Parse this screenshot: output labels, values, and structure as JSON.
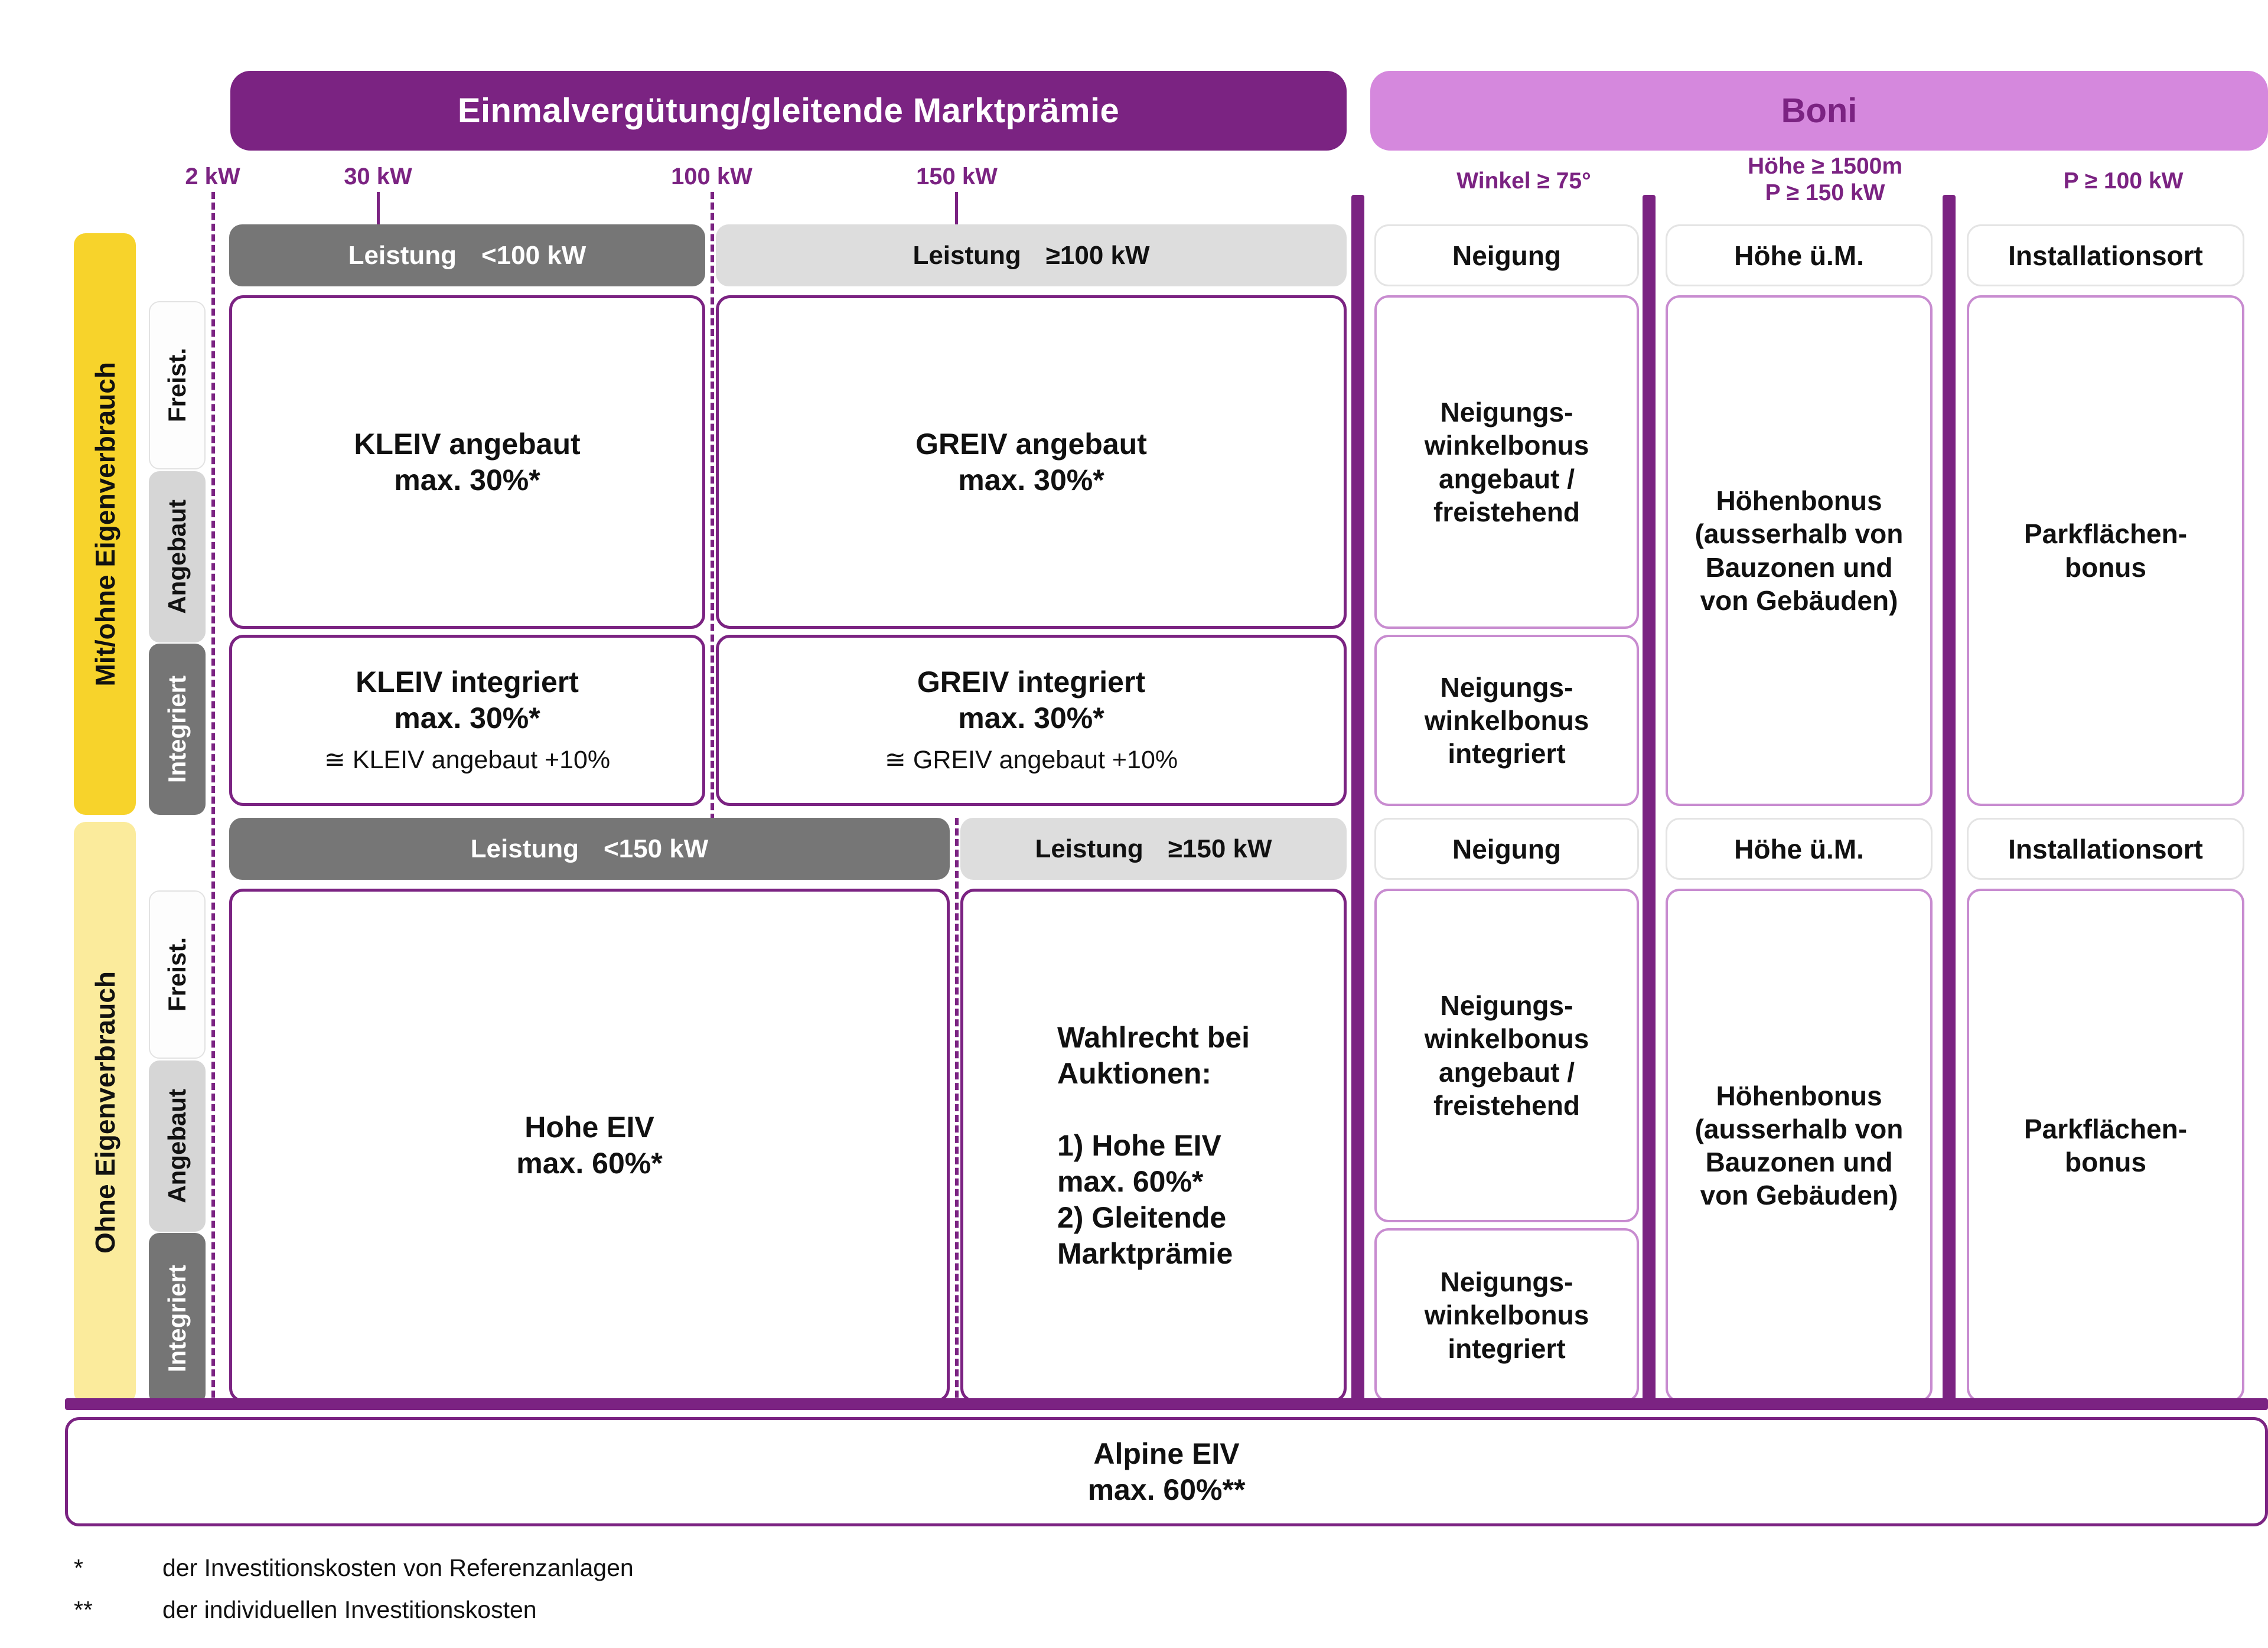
{
  "headers": {
    "eiv": "Einmalvergütung/gleitende Marktprämie",
    "boni": "Boni"
  },
  "scale": {
    "ticks": [
      {
        "label": "2 kW"
      },
      {
        "label": "30 kW"
      },
      {
        "label": "100 kW"
      },
      {
        "label": "150 kW"
      }
    ]
  },
  "boni_conditions": [
    {
      "label": "Winkel ≥ 75°"
    },
    {
      "label": "Höhe ≥ 1500m\nP ≥ 150 kW"
    },
    {
      "label": "P ≥ 100 kW"
    }
  ],
  "side_groups": [
    {
      "label": "Mit/ohne Eigenverbrauch"
    },
    {
      "label": "Ohne Eigenverbrauch"
    }
  ],
  "role_chips": [
    {
      "label": "Freist."
    },
    {
      "label": "Angebaut"
    },
    {
      "label": "Integriert"
    },
    {
      "label": "Freist."
    },
    {
      "label": "Angebaut"
    },
    {
      "label": "Integriert"
    }
  ],
  "leistung_banners": [
    {
      "label": "Leistung",
      "value": "<100 kW"
    },
    {
      "label": "Leistung",
      "value": "≥100 kW"
    },
    {
      "label": "Leistung",
      "value": "<150 kW"
    },
    {
      "label": "Leistung",
      "value": "≥150 kW"
    }
  ],
  "eiv_cells": [
    {
      "title": "KLEIV angebaut\nmax. 30%*",
      "note": ""
    },
    {
      "title": "GREIV angebaut\nmax. 30%*",
      "note": ""
    },
    {
      "title": "KLEIV integriert\nmax. 30%*",
      "note": "≅ KLEIV angebaut +10%"
    },
    {
      "title": "GREIV integriert\nmax. 30%*",
      "note": "≅ GREIV angebaut +10%"
    },
    {
      "title": "Hohe EIV\nmax. 60%*",
      "note": ""
    },
    {
      "title": "Wahlrecht bei\nAuktionen:\n\n1) Hohe EIV\nmax. 60%*\n2) Gleitende\n    Marktprämie",
      "note": ""
    }
  ],
  "boni_columns": [
    {
      "head_top": "Neigung",
      "cell_top": "Neigungs-\nwinkelbonus\nangebaut /\nfreistehend",
      "cell_mid": "Neigungs-\nwinkelbonus\nintegriert",
      "head_bottom": "Neigung",
      "cell_bottom_a": "Neigungs-\nwinkelbonus\nangebaut /\nfreistehend",
      "cell_bottom_b": "Neigungs-\nwinkelbonus\nintegriert"
    },
    {
      "head_top": "Höhe ü.M.",
      "cell_top": "Höhenbonus\n(ausserhalb von\nBauzonen und\nvon Gebäuden)",
      "head_bottom": "Höhe ü.M.",
      "cell_bottom": "Höhenbonus\n(ausserhalb von\nBauzonen und\nvon Gebäuden)"
    },
    {
      "head_top": "Installationsort",
      "cell_top": "Parkflächen-\nbonus",
      "head_bottom": "Installationsort",
      "cell_bottom": "Parkflächen-\nbonus"
    }
  ],
  "alpine": {
    "text": "Alpine EIV\nmax. 60%**"
  },
  "footnotes": [
    {
      "mark": "*",
      "text": "der Investitionskosten von Referenzanlagen"
    },
    {
      "mark": "**",
      "text": "der individuellen Investitionskosten"
    }
  ],
  "colors": {
    "brand_purple": "#7B2382",
    "light_purple": "#D588DD",
    "soft_purple_border": "#C88CD0",
    "yellow_strong": "#F7D32B",
    "yellow_pale": "#FBEB9C",
    "grey_dark": "#767676",
    "grey_light": "#DDDDDD"
  }
}
